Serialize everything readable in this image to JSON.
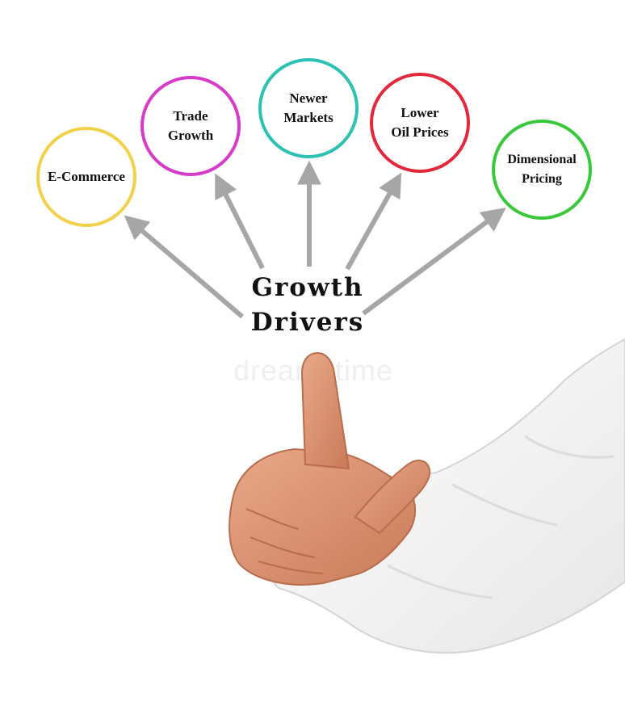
{
  "diagram": {
    "title": {
      "line1": "Growth",
      "line2": "Drivers"
    },
    "watermark": "dreamstime",
    "nodes": [
      {
        "label": "E-Commerce",
        "color": "#f2d14a"
      },
      {
        "label": "Trade\nGrowth",
        "color": "#d63cc9"
      },
      {
        "label": "Newer\nMarkets",
        "color": "#2bc2b3"
      },
      {
        "label": "Lower\nOil Prices",
        "color": "#e3283b"
      },
      {
        "label": "Dimensional\nPricing",
        "color": "#38c93a"
      }
    ],
    "arrow_color": "#a6a6a6"
  },
  "photo": {
    "subject": "hand-pointing-up-icon",
    "sleeve_color": "#f7f7f7",
    "skin_color": "#dc9474"
  }
}
